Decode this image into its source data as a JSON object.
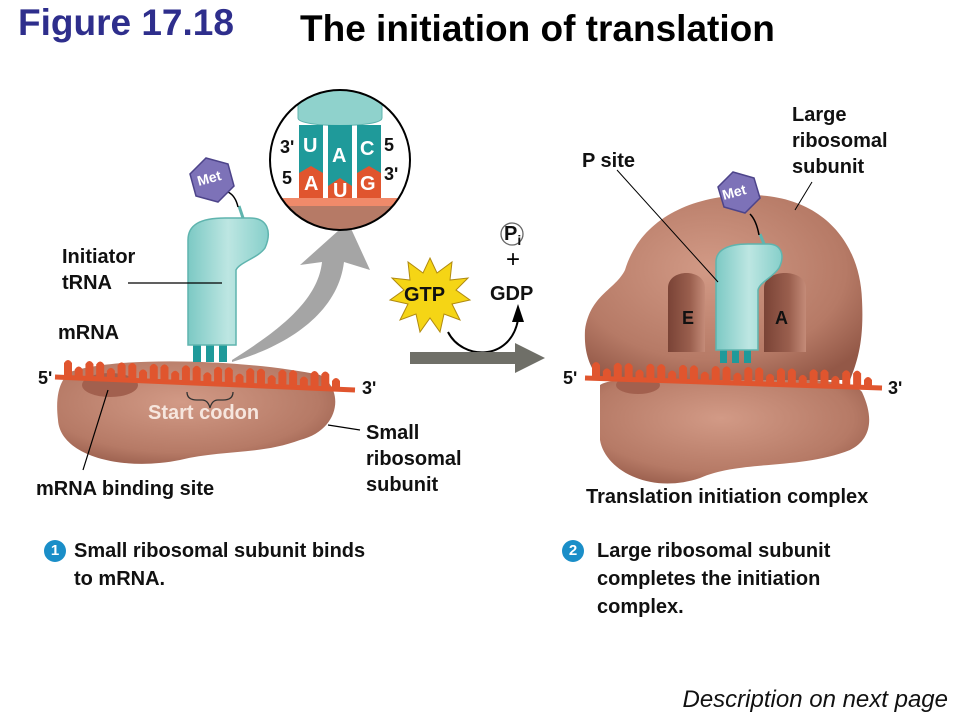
{
  "header": {
    "figure_number": "Figure 17.18",
    "title": "The initiation of translation"
  },
  "panel1": {
    "labels": {
      "initiator_trna": [
        "Initiator",
        "tRNA"
      ],
      "mrna": "mRNA",
      "five_prime": "5",
      "three_prime": "3",
      "start_codon": "Start codon",
      "small_subunit": [
        "Small",
        "ribosomal",
        "subunit"
      ],
      "binding_site": "mRNA binding site",
      "met": "Met"
    },
    "inset": {
      "anticodon": [
        "U",
        "A",
        "C"
      ],
      "codon": [
        "A",
        "U",
        "G"
      ],
      "left_top": "3",
      "left_bottom": "5",
      "right_top": "5",
      "right_bottom": "3"
    },
    "step": {
      "number": "1",
      "text": [
        "Small ribosomal subunit binds",
        "to mRNA."
      ]
    }
  },
  "reaction": {
    "gtp": "GTP",
    "pi": "P",
    "pi_sub": "i",
    "plus": "+",
    "gdp": "GDP"
  },
  "panel2": {
    "labels": {
      "p_site": "P site",
      "large_subunit": [
        "Large",
        "ribosomal",
        "subunit"
      ],
      "e_site": "E",
      "a_site": "A",
      "five_prime": "5",
      "three_prime": "3",
      "met": "Met",
      "complex": "Translation initiation complex"
    },
    "step": {
      "number": "2",
      "text": [
        "Large ribosomal subunit",
        "completes the initiation",
        "complex."
      ]
    }
  },
  "footer": {
    "note": "Description on next page"
  },
  "colors": {
    "figure_number": "#2e2e8c",
    "ribosome": "#b67a66",
    "ribosome_dark": "#8c5444",
    "mrna": "#e0552e",
    "trna": "#a8dcd8",
    "trna_stem": "#1f9a9a",
    "met": "#7d72b8",
    "gtp_star": "#f5d515",
    "step_badge": "#1a8ec8"
  }
}
